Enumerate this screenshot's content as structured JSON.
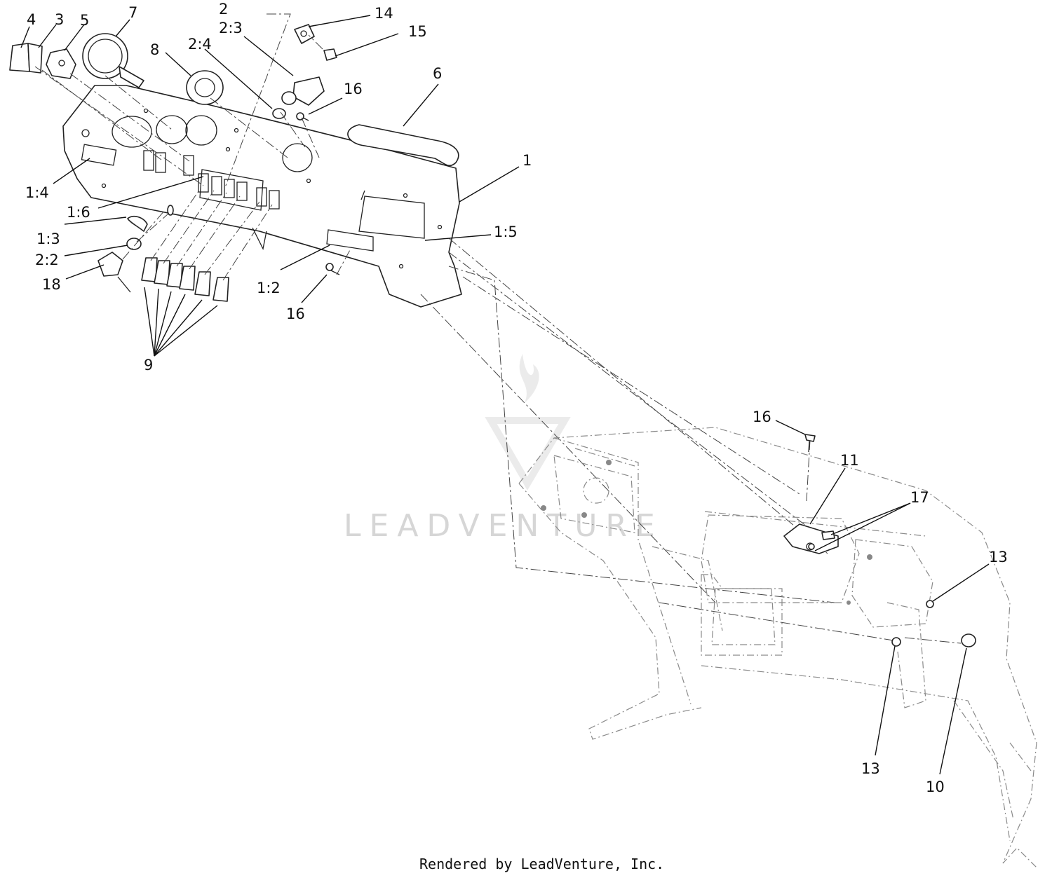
{
  "diagram": {
    "callouts": {
      "c1": "1",
      "c1_2": "1:2",
      "c1_3": "1:3",
      "c1_4": "1:4",
      "c1_5": "1:5",
      "c1_6": "1:6",
      "c2": "2",
      "c2_2": "2:2",
      "c2_3": "2:3",
      "c2_4": "2:4",
      "c3": "3",
      "c4": "4",
      "c5": "5",
      "c6": "6",
      "c7": "7",
      "c8": "8",
      "c9": "9",
      "c10": "10",
      "c11": "11",
      "c13a": "13",
      "c13b": "13",
      "c14": "14",
      "c15": "15",
      "c16a": "16",
      "c16b": "16",
      "c16c": "16",
      "c17": "17",
      "c18": "18"
    },
    "watermark": "LEADVENTURE",
    "footer": "Rendered by LeadVenture, Inc."
  }
}
